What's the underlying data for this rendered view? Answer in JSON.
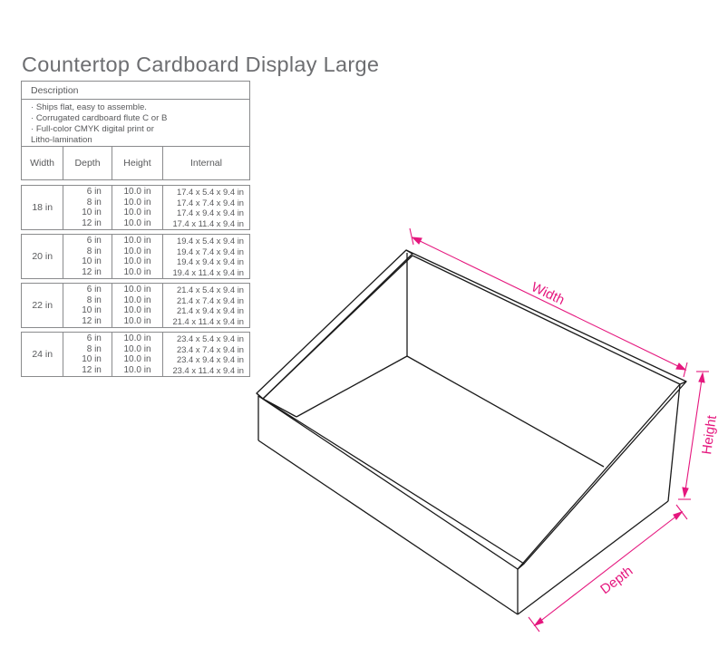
{
  "title": "Countertop Cardboard Display Large",
  "description": {
    "heading": "Description",
    "lines": [
      "· Ships flat, easy to assemble.",
      "· Corrugated cardboard flute C or B",
      "· Full-color CMYK digital print or",
      "Litho-lamination"
    ]
  },
  "columns": [
    "Width",
    "Depth",
    "Height",
    "Internal"
  ],
  "groups": [
    {
      "width": "18 in",
      "rows": [
        {
          "depth": "6 in",
          "height": "10.0 in",
          "internal": "17.4 x 5.4 x 9.4 in"
        },
        {
          "depth": "8 in",
          "height": "10.0 in",
          "internal": "17.4 x 7.4 x 9.4 in"
        },
        {
          "depth": "10 in",
          "height": "10.0 in",
          "internal": "17.4 x 9.4 x 9.4 in"
        },
        {
          "depth": "12 in",
          "height": "10.0 in",
          "internal": "17.4 x 11.4 x 9.4 in"
        }
      ]
    },
    {
      "width": "20 in",
      "rows": [
        {
          "depth": "6 in",
          "height": "10.0 in",
          "internal": "19.4 x 5.4 x 9.4 in"
        },
        {
          "depth": "8 in",
          "height": "10.0 in",
          "internal": "19.4 x 7.4 x 9.4 in"
        },
        {
          "depth": "10 in",
          "height": "10.0 in",
          "internal": "19.4 x 9.4 x 9.4 in"
        },
        {
          "depth": "12 in",
          "height": "10.0 in",
          "internal": "19.4 x 11.4 x 9.4 in"
        }
      ]
    },
    {
      "width": "22 in",
      "rows": [
        {
          "depth": "6 in",
          "height": "10.0 in",
          "internal": "21.4 x 5.4 x 9.4 in"
        },
        {
          "depth": "8 in",
          "height": "10.0 in",
          "internal": "21.4 x 7.4 x 9.4 in"
        },
        {
          "depth": "10 in",
          "height": "10.0 in",
          "internal": "21.4 x 9.4 x 9.4 in"
        },
        {
          "depth": "12 in",
          "height": "10.0 in",
          "internal": "21.4 x 11.4 x 9.4 in"
        }
      ]
    },
    {
      "width": "24 in",
      "rows": [
        {
          "depth": "6 in",
          "height": "10.0 in",
          "internal": "23.4 x 5.4 x 9.4 in"
        },
        {
          "depth": "8 in",
          "height": "10.0 in",
          "internal": "23.4 x 7.4 x 9.4 in"
        },
        {
          "depth": "10 in",
          "height": "10.0 in",
          "internal": "23.4 x 9.4 x 9.4 in"
        },
        {
          "depth": "12 in",
          "height": "10.0 in",
          "internal": "23.4 x 11.4 x 9.4 in"
        }
      ]
    }
  ],
  "diagram": {
    "width_label": "Width",
    "height_label": "Height",
    "depth_label": "Depth",
    "accent_color": "#e5177e",
    "line_color": "#1a1a1a"
  }
}
